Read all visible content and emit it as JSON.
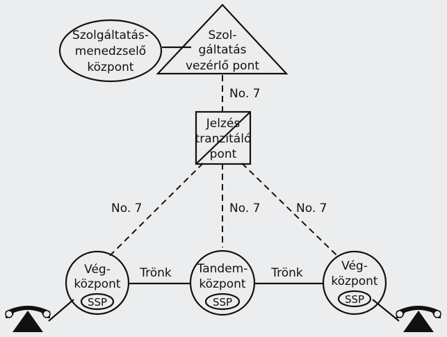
{
  "nodes": {
    "management_center": {
      "lines": [
        "Szolgáltatás-",
        "menedzselő",
        "központ"
      ]
    },
    "control_point": {
      "lines": [
        "Szol-",
        "gáltatás",
        "vezérlő pont"
      ]
    },
    "transfer_point": {
      "lines": [
        "Jelzés",
        "tranzitáló",
        "pont"
      ]
    },
    "end_left": {
      "lines": [
        "Vég-",
        "központ"
      ],
      "badge": "SSP"
    },
    "tandem": {
      "lines": [
        "Tandem-",
        "központ"
      ],
      "badge": "SSP"
    },
    "end_right": {
      "lines": [
        "Vég-",
        "központ"
      ],
      "badge": "SSP"
    }
  },
  "links": {
    "no7_top": "No. 7",
    "no7_left": "No. 7",
    "no7_mid": "No. 7",
    "no7_right": "No. 7",
    "trunk_left": "Trönk",
    "trunk_right": "Trönk"
  },
  "colors": {
    "ink": "#111111",
    "background": "#ecedee"
  },
  "icons": [
    "telephone-icon",
    "telephone-icon"
  ]
}
